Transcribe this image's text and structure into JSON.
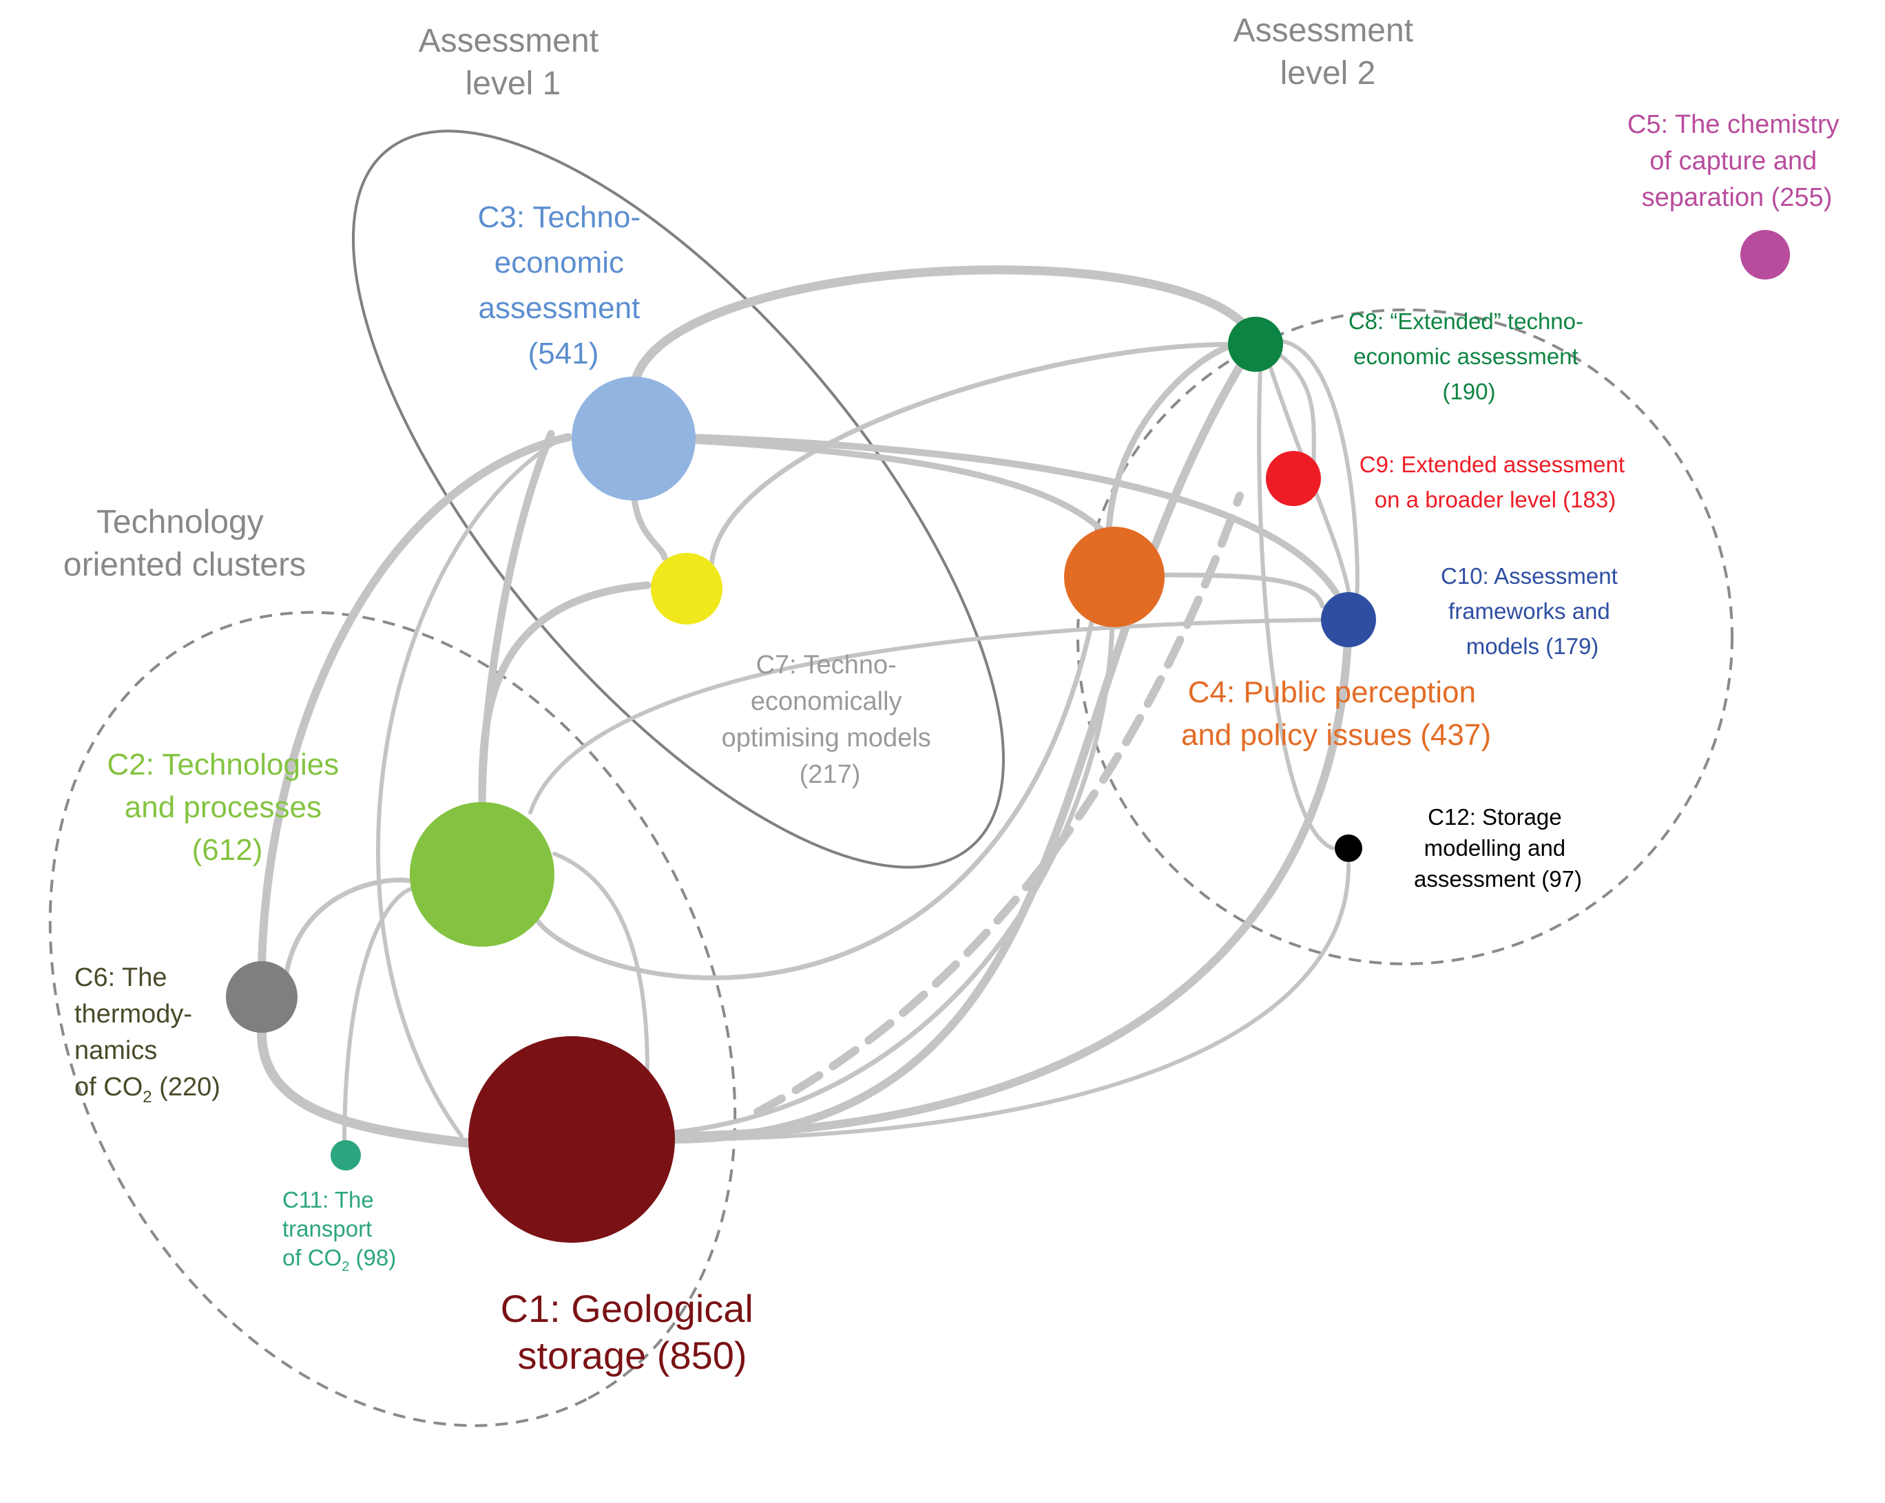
{
  "groups": {
    "assessment_level_1": {
      "line1": "Assessment",
      "line2": "level 1"
    },
    "assessment_level_2": {
      "line1": "Assessment",
      "line2": "level 2"
    },
    "technology_oriented": {
      "line1": "Technology",
      "line2": "oriented clusters"
    }
  },
  "clusters": {
    "c1": {
      "lines": [
        "C1: Geological",
        "storage (850)"
      ],
      "color": "#7a1215"
    },
    "c2": {
      "lines": [
        "C2: Technologies",
        "and processes",
        "(612)"
      ],
      "color": "#84c341"
    },
    "c3": {
      "lines": [
        "C3: Techno-",
        "economic",
        "assessment",
        "(541)"
      ],
      "color": "#92b4e0"
    },
    "c4": {
      "lines": [
        "C4: Public perception",
        "and policy issues (437)"
      ],
      "color": "#e36c25"
    },
    "c5": {
      "lines": [
        "C5: The chemistry",
        "of capture and",
        "separation (255)"
      ],
      "color": "#b84c9c"
    },
    "c6": {
      "lines": [
        "C6: The",
        "thermody-",
        "namics",
        "of CO",
        "2",
        " (220)"
      ],
      "color": "#7f7f7f"
    },
    "c7": {
      "lines": [
        "C7: Techno-",
        "economically",
        "optimising models",
        "(217)"
      ],
      "color": "#f0e81a"
    },
    "c8": {
      "lines": [
        "C8: “Extended” techno-",
        "economic assessment",
        "(190)"
      ],
      "color": "#0d8442"
    },
    "c9": {
      "lines": [
        "C9: Extended assessment",
        "on a broader level (183)"
      ],
      "color": "#ee1c25"
    },
    "c10": {
      "lines": [
        "C10: Assessment",
        "frameworks and",
        "models (179)"
      ],
      "color": "#2e4ea2"
    },
    "c11": {
      "lines": [
        "C11: The",
        "transport",
        "of CO",
        "2",
        " (98)"
      ],
      "color": "#2ba57f"
    },
    "c12": {
      "lines": [
        "C12: Storage",
        "modelling and",
        "assessment (97)"
      ],
      "color": "#000000"
    }
  },
  "colors": {
    "edge": "#c4c4c4",
    "level1_outline": "#808080",
    "dashed_outline": "#8a8a8a",
    "label_dark": "#4a4a2a",
    "label_gray": "#9a9a9a"
  }
}
